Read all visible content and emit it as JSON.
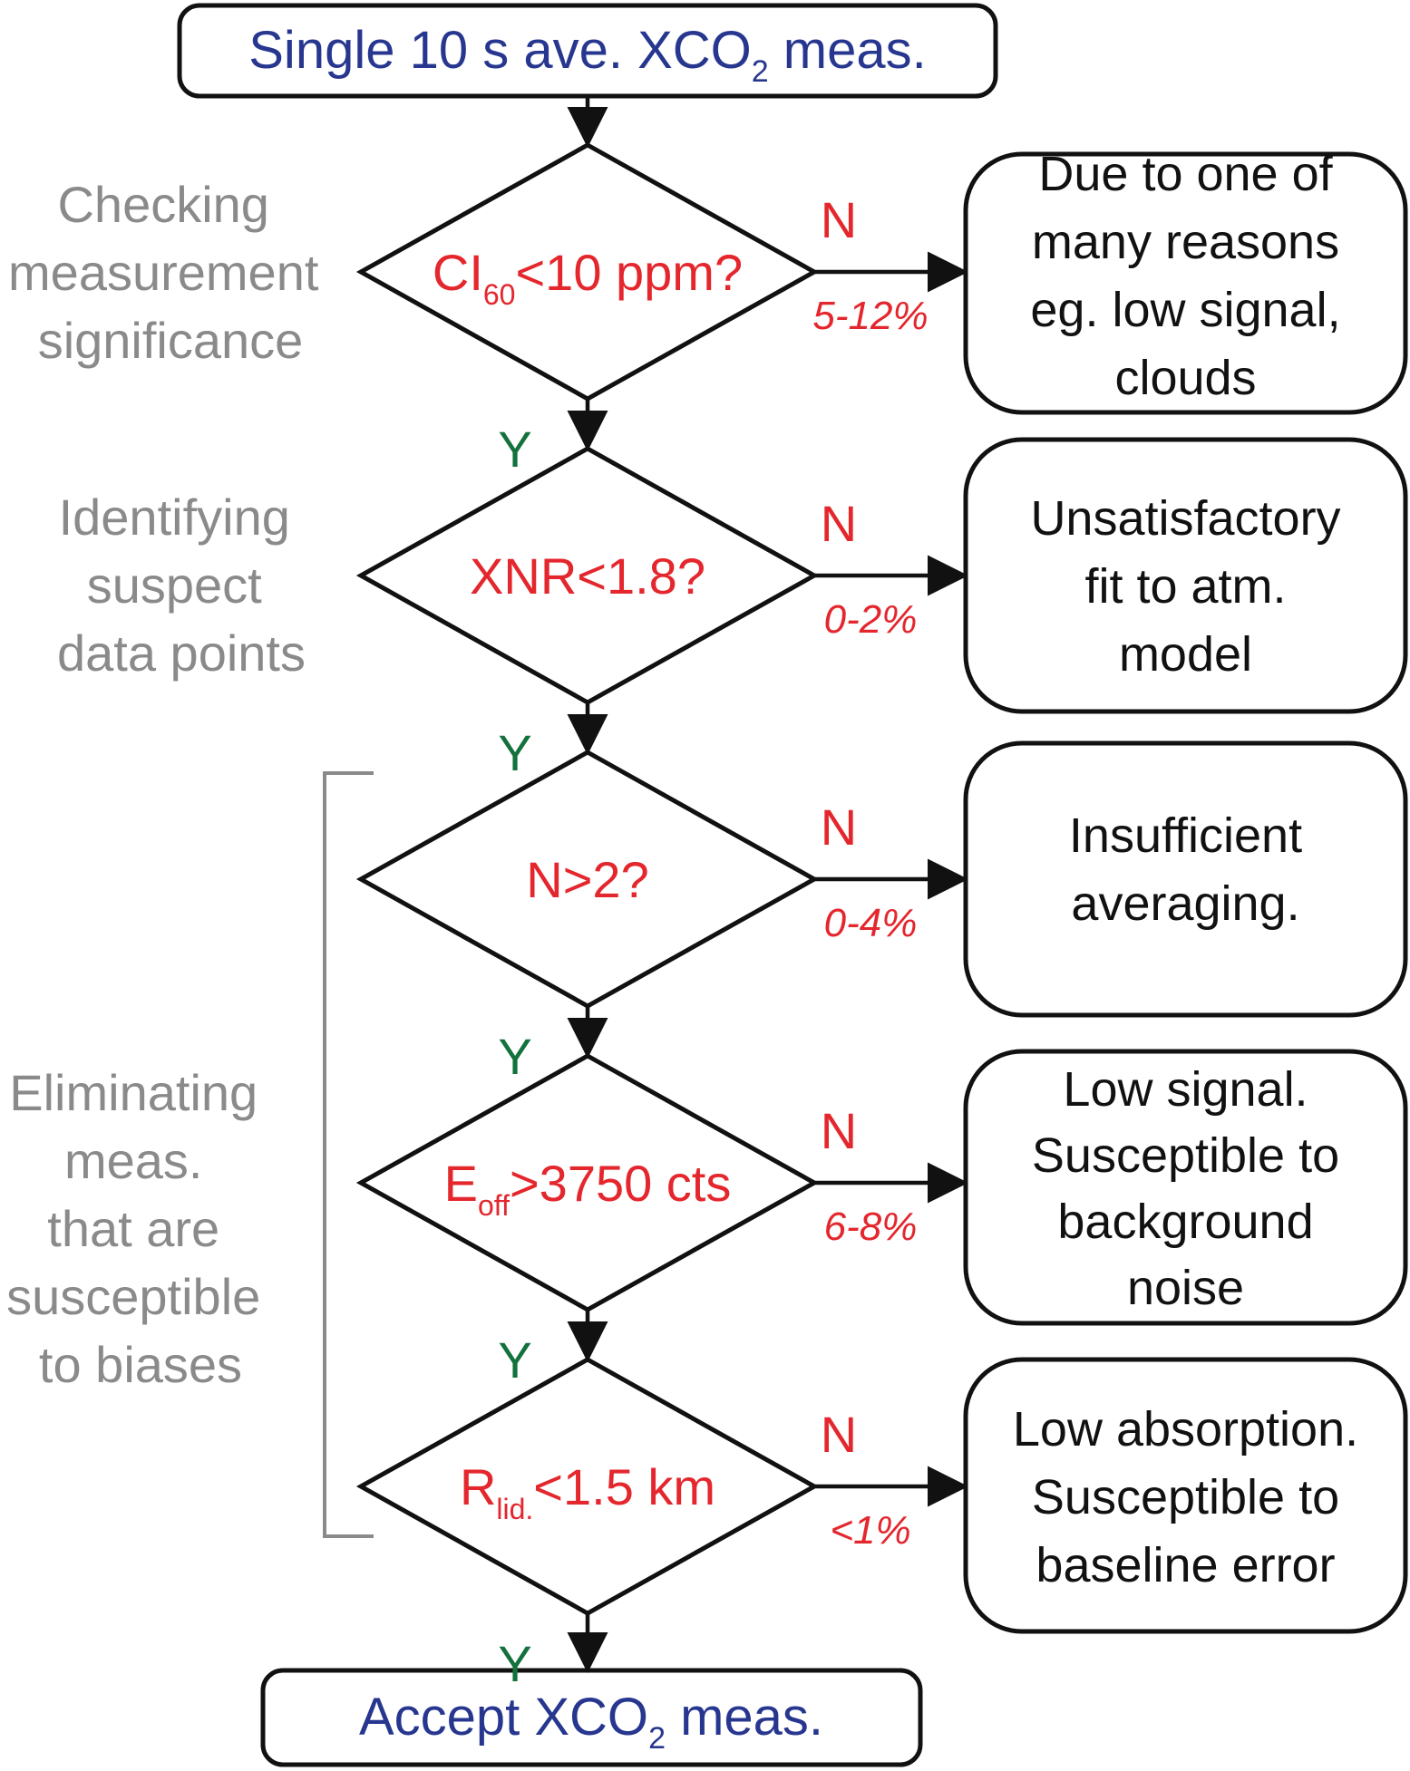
{
  "start": {
    "text": "Single 10 s ave. XCO",
    "sub": "2",
    "after": " meas."
  },
  "end": {
    "text": "Accept XCO",
    "sub": "2",
    "after": " meas."
  },
  "stage_labels": {
    "significance": [
      "Checking",
      "measurement",
      "significance"
    ],
    "suspect": [
      "Identifying",
      "suspect",
      "data points"
    ],
    "biases": [
      "Eliminating",
      "meas.",
      "that are",
      "susceptible",
      "to biases"
    ]
  },
  "decisions": [
    {
      "pre": "CI",
      "sub": "60",
      "post": "<10 ppm?",
      "yes_label": "Y",
      "no_label": "N",
      "no_pct": "5-12%",
      "reason": [
        "Due to one of",
        "many reasons",
        "eg. low signal,",
        "clouds"
      ]
    },
    {
      "pre": "XNR<1.8?",
      "sub": "",
      "post": "",
      "yes_label": "Y",
      "no_label": "N",
      "no_pct": "0-2%",
      "reason": [
        "Unsatisfactory",
        "fit to atm.",
        "model"
      ]
    },
    {
      "pre": "N>2?",
      "sub": "",
      "post": "",
      "yes_label": "Y",
      "no_label": "N",
      "no_pct": "0-4%",
      "reason": [
        "Insufficient",
        "averaging."
      ]
    },
    {
      "pre": "E",
      "sub": "off",
      "post": ">3750 cts",
      "yes_label": "Y",
      "no_label": "N",
      "no_pct": "6-8%",
      "reason": [
        "Low signal.",
        "Susceptible to",
        "background",
        "noise"
      ]
    },
    {
      "pre": "R",
      "sub": "lid.",
      "post": "<1.5 km",
      "yes_label": "Y",
      "no_label": "N",
      "no_pct": "<1%",
      "reason": [
        "Low absorption.",
        "Susceptible to",
        "baseline error"
      ]
    }
  ],
  "colors": {
    "terminal_text": "#27378f",
    "condition_text": "#e4262d",
    "yes_text": "#13713c",
    "stage_text": "#8a8a8a",
    "line": "#111111"
  }
}
